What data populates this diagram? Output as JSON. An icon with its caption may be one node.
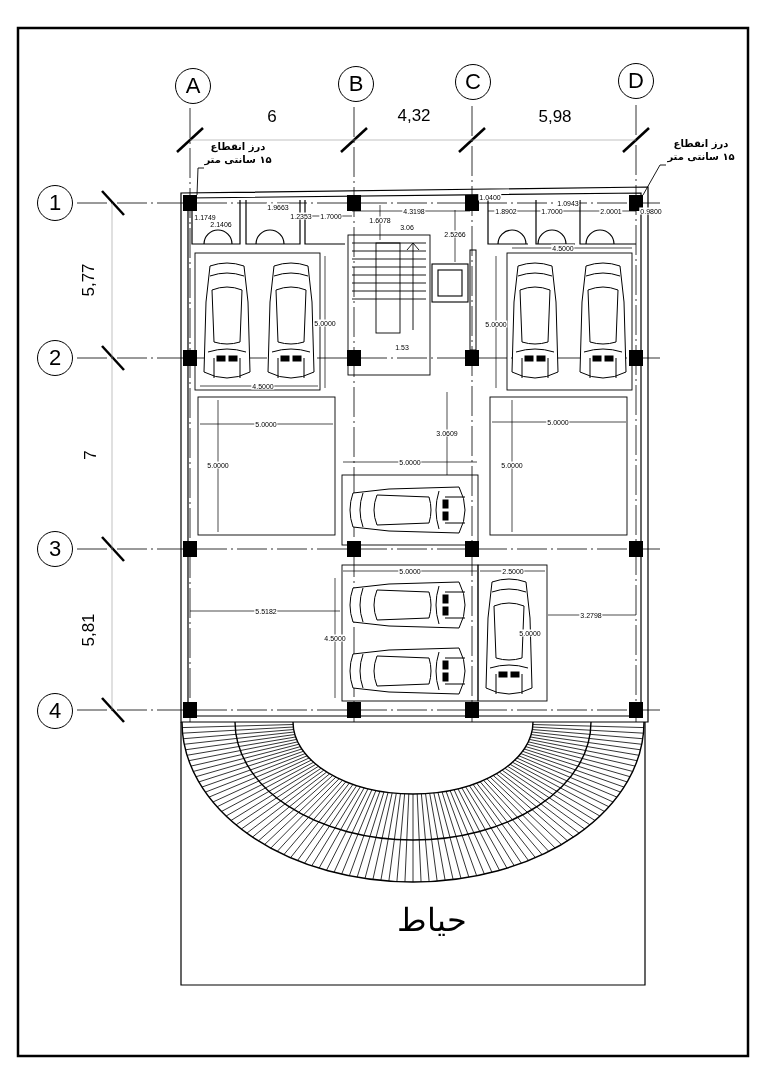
{
  "diagram": {
    "nodes": [
      {
        "text": [
          "A"
        ]
      },
      {
        "text": [
          "B"
        ]
      },
      {
        "text": [
          "C"
        ]
      },
      {
        "text": [
          "D"
        ]
      },
      {
        "text": [
          "درز انقطاع ۱۵ سانتی متر"
        ]
      },
      {
        "text": [
          "درز انقطاع ۱۵ سانتی متر"
        ]
      },
      {
        "text": [
          "1"
        ]
      },
      {
        "text": [
          "2"
        ]
      },
      {
        "text": [
          "3"
        ]
      },
      {
        "text": [
          "4"
        ]
      },
      {
        "text": [],
        "shape": "box"
      },
      {
        "text": [],
        "shape": "box"
      }
    ],
    "edges": [
      {
        "from": 4,
        "to": 10,
        "arrow": "none"
      },
      {
        "from": 5,
        "to": 11,
        "arrow": "none"
      }
    ],
    "labels": [
      "6",
      "4,32",
      "5,98",
      "1.0400",
      "1.0943",
      "1.9663",
      "4.3198",
      "1.8902",
      "1.7000",
      "2.0001",
      "0.9800",
      "1.1749",
      "1.2353",
      "1.7000",
      "1.6078",
      "2.1406",
      "3.06",
      "2.5266",
      "4.5000",
      "5,77",
      "5.0000",
      "5.0000",
      "1.53",
      "4.5000",
      "5.0000",
      "5.0000",
      "3.0609",
      "7",
      "5.0000",
      "5.0000",
      "5.0000",
      "5.0000",
      "2.5000",
      "5.5182",
      "3.2798",
      "5,81",
      "5.0000",
      "4.5000",
      "حیاط"
    ]
  }
}
